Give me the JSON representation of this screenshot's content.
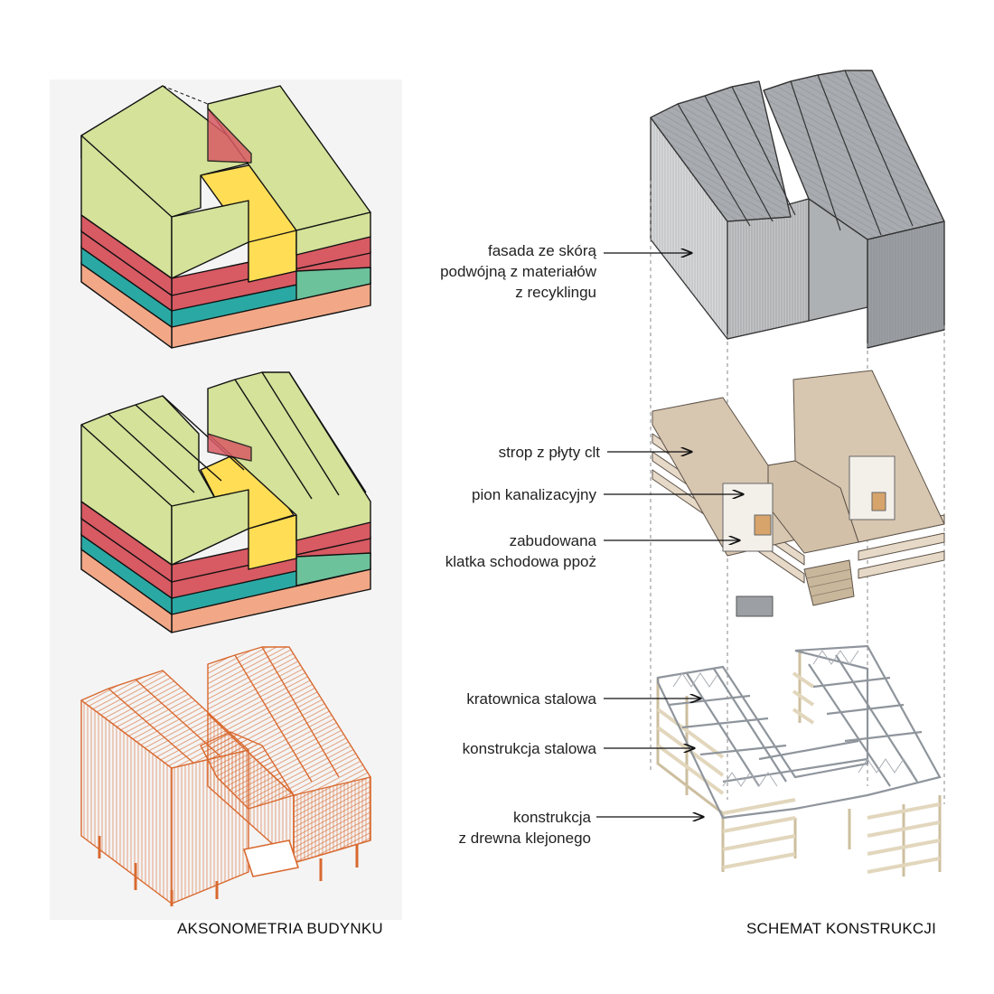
{
  "captions": {
    "left": "AKSONOMETRIA BUDYNKU",
    "right": "SCHEMAT KONSTRUKCJI"
  },
  "labels": {
    "facade": [
      "fasada ze skórą",
      "podwójną z materiałów",
      "z recyklingu"
    ],
    "slab": [
      "strop z płyty clt"
    ],
    "riser": [
      "pion kanalizacyjny"
    ],
    "stair": [
      "zabudowana",
      "klatka schodowa ppoż"
    ],
    "truss": [
      "kratownica stalowa"
    ],
    "steel": [
      "konstrukcja stalowa"
    ],
    "timber": [
      "konstrukcja",
      "z drewna klejonego"
    ]
  },
  "colors": {
    "roof_green": "#d4e29a",
    "red": "#d85a63",
    "teal": "#2aa9a4",
    "green": "#6cc29b",
    "salmon": "#f2a887",
    "yellow": "#ffdd55",
    "orange_line": "#d9692f",
    "facade_grey": "#9c9fa3",
    "slab_beige": "#d7c6b0",
    "timber": "#e2d7bd",
    "steel": "#8f959c"
  }
}
